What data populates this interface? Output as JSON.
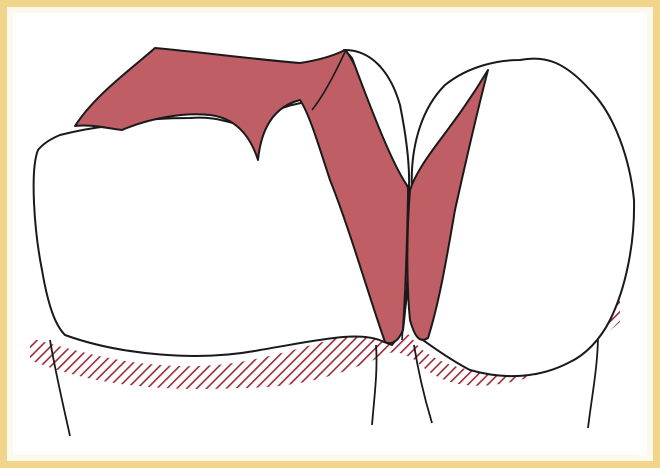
{
  "figure": {
    "description_visible_text": "",
    "colors": {
      "frame_outer": "#f1d58a",
      "frame_inner": "#fdf9ec",
      "background": "#ffffff",
      "restoration_fill": "#c05e66",
      "outline": "#1a1a1a",
      "gingiva_hatch": "#9b2a36"
    },
    "elements": [
      "molar-crown",
      "premolar-crown",
      "onlay-restoration",
      "interproximal-restoration",
      "gingival-margin-hatching",
      "tooth-roots"
    ]
  }
}
